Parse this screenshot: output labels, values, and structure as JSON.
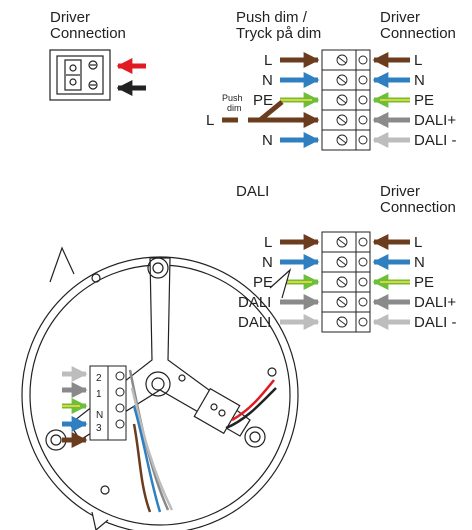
{
  "top_left": {
    "title_line1": "Driver",
    "title_line2": "Connection"
  },
  "push_dim": {
    "title_line1": "Push dim /",
    "title_line2": "Tryck på dim",
    "driver_line1": "Driver",
    "driver_line2": "Connection",
    "left_labels": [
      "L",
      "N",
      "PE",
      "L",
      "N"
    ],
    "push_label_line1": "Push",
    "push_label_line2": "dim",
    "right_labels": [
      "L",
      "N",
      "PE",
      "DALI+",
      "DALI -"
    ]
  },
  "dali": {
    "title": "DALI",
    "driver_line1": "Driver",
    "driver_line2": "Connection",
    "left_labels": [
      "L",
      "N",
      "PE",
      "DALI",
      "DALI"
    ],
    "right_labels": [
      "L",
      "N",
      "PE",
      "DALI+",
      "DALI -"
    ]
  },
  "base": {
    "terminal_labels": [
      "3",
      "N",
      "1",
      "2"
    ]
  },
  "colors": {
    "brown": "#6b3c1e",
    "blue": "#2f7fc1",
    "green": "#6cbf3a",
    "yellow": "#f2d43b",
    "gray": "#8a8a8a",
    "lightgray": "#bdbdbd",
    "red": "#e01b24",
    "black": "#222222"
  }
}
